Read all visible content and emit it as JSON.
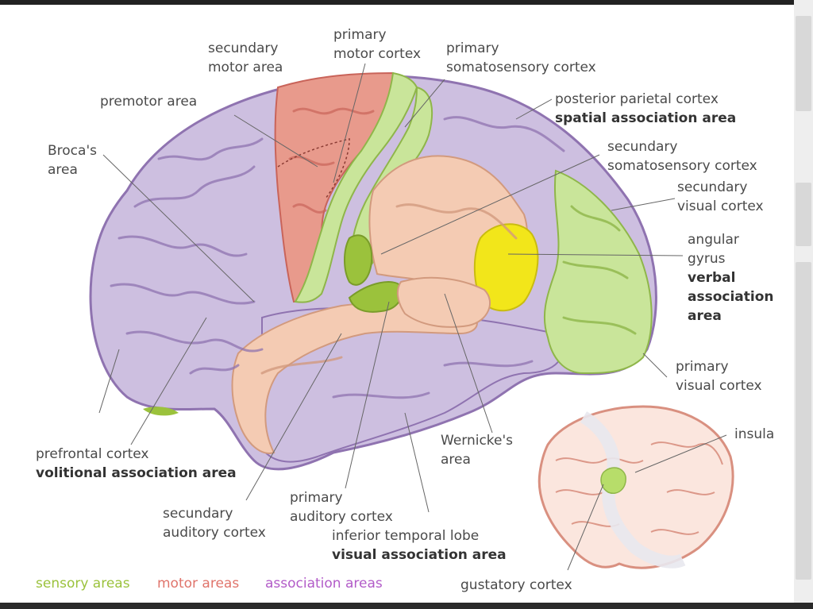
{
  "labels": {
    "secondary_motor": [
      "secundary",
      "motor area"
    ],
    "primary_motor": [
      "primary",
      "motor cortex"
    ],
    "primary_somato": [
      "primary",
      "somatosensory cortex"
    ],
    "premotor": "premotor area",
    "posterior_parietal": "posterior parietal cortex",
    "spatial_assoc": "spatial association area",
    "broca": [
      "Broca's",
      "area"
    ],
    "secondary_somato": [
      "secundary",
      "somatosensory cortex"
    ],
    "secondary_visual": [
      "secundary",
      "visual cortex"
    ],
    "angular": [
      "angular",
      "gyrus"
    ],
    "verbal_assoc": [
      "verbal",
      "association",
      "area"
    ],
    "primary_visual": [
      "primary",
      "visual cortex"
    ],
    "insula": "insula",
    "prefrontal": "prefrontal cortex",
    "volitional_assoc": "volitional association area",
    "wernicke": [
      "Wernicke's",
      "area"
    ],
    "secondary_auditory": [
      "secundary",
      "auditory cortex"
    ],
    "primary_auditory": [
      "primary",
      "auditory cortex"
    ],
    "inferior_temporal": "inferior temporal lobe",
    "visual_assoc": "visual association area",
    "gustatory": "gustatory cortex"
  },
  "legend": {
    "sensory": "sensory areas",
    "motor": "motor areas",
    "association": "association areas"
  },
  "colors": {
    "sensory": "#9bc23c",
    "motor": "#e0746b",
    "association": "#b25bc8",
    "assoc_fill": "#cdbfe0",
    "motor_fill": "#e89a8c",
    "sensory_fill": "#c9e59a",
    "peach_fill": "#f4cbb3",
    "yellow": "#f2e61a"
  }
}
